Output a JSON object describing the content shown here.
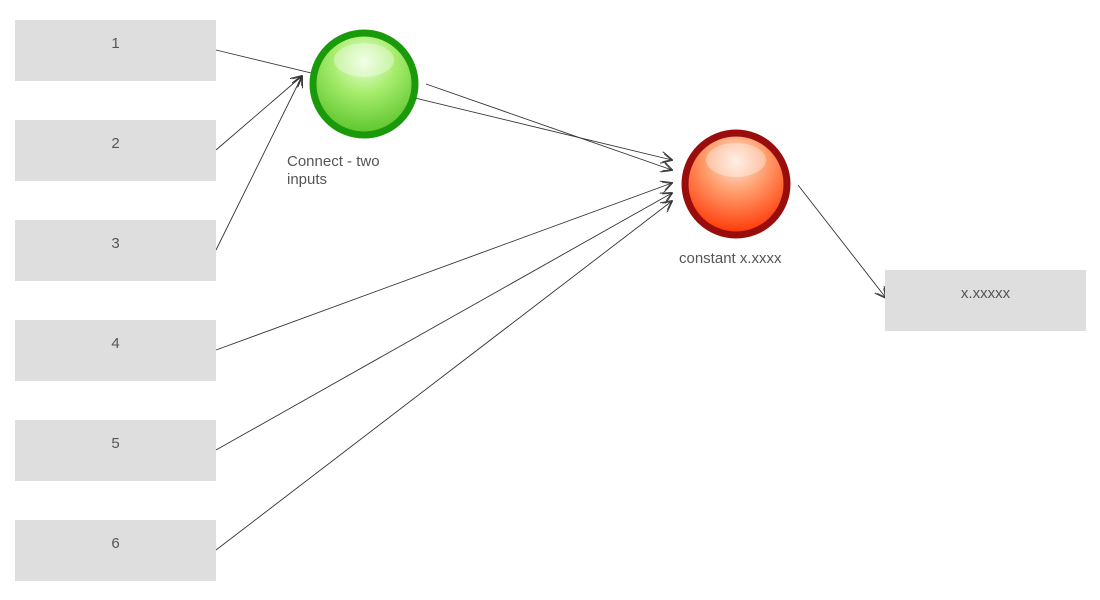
{
  "inputs": [
    {
      "label": "1"
    },
    {
      "label": "2"
    },
    {
      "label": "3"
    },
    {
      "label": "4"
    },
    {
      "label": "5"
    },
    {
      "label": "6"
    }
  ],
  "connect_node": {
    "label": "Connect - two inputs",
    "fill": "#66cc33",
    "ring": "#1a9a0a"
  },
  "constant_node": {
    "label": "constant x.xxxx",
    "fill": "#ff4a10",
    "ring": "#990d0d"
  },
  "output": {
    "label": "x.xxxxx"
  },
  "colors": {
    "box_fill": "#dedede",
    "text": "#555555",
    "edge": "#333333"
  }
}
